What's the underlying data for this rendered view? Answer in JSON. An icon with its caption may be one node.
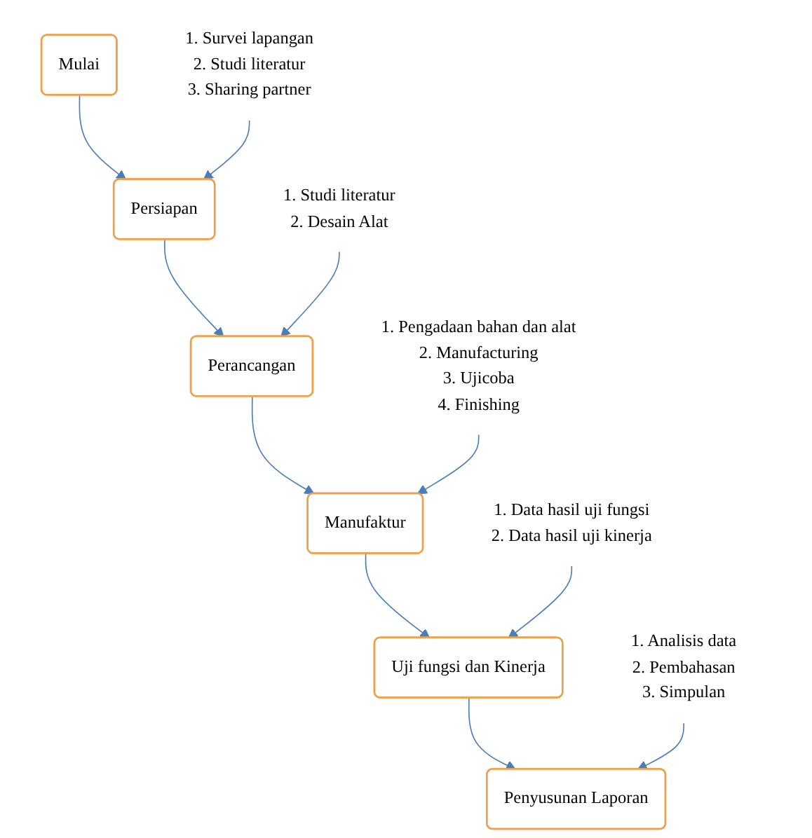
{
  "diagram": {
    "nodes": [
      {
        "text": [
          "Mulai"
        ]
      },
      {
        "text": [
          "Persiapan"
        ]
      },
      {
        "text": [
          "Perancangan"
        ]
      },
      {
        "text": [
          "Manufaktur"
        ]
      },
      {
        "text": [
          "Uji fungsi dan Kinerja"
        ]
      },
      {
        "text": [
          "Penyusunan Laporan"
        ]
      },
      {
        "text": [
          "1. Survei lapangan",
          "2. Studi literatur",
          "3. Sharing partner"
        ]
      },
      {
        "text": [
          "1. Studi literatur",
          "2. Desain Alat"
        ]
      },
      {
        "text": [
          "1. Pengadaan bahan dan alat",
          "2. Manufacturing",
          "3. Ujicoba",
          "4. Finishing"
        ]
      },
      {
        "text": [
          "1. Data hasil uji fungsi",
          "2. Data hasil uji kinerja"
        ]
      },
      {
        "text": [
          "1. Analisis data",
          "2. Pembahasan",
          "3. Simpulan"
        ]
      }
    ],
    "edges": [
      {
        "from": 0,
        "to": 1,
        "arrow": "to"
      },
      {
        "from": 1,
        "to": 2,
        "arrow": "to"
      },
      {
        "from": 2,
        "to": 3,
        "arrow": "to"
      },
      {
        "from": 3,
        "to": 4,
        "arrow": "to"
      },
      {
        "from": 4,
        "to": 5,
        "arrow": "to"
      },
      {
        "from": 6,
        "to": 1,
        "arrow": "to"
      },
      {
        "from": 7,
        "to": 2,
        "arrow": "to"
      },
      {
        "from": 8,
        "to": 3,
        "arrow": "to"
      },
      {
        "from": 9,
        "to": 4,
        "arrow": "to"
      },
      {
        "from": 10,
        "to": 5,
        "arrow": "to"
      }
    ]
  }
}
